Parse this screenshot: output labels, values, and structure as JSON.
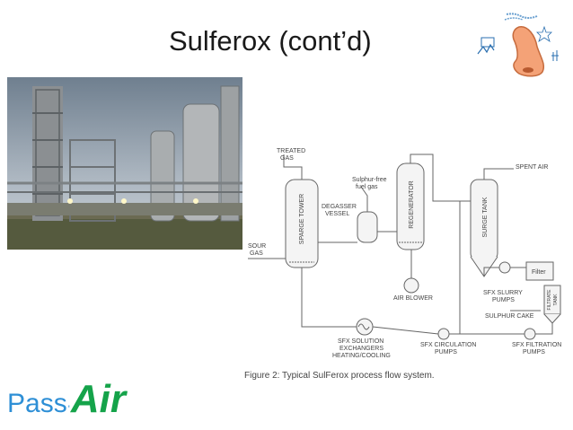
{
  "slide": {
    "title": "Sulferox (cont’d)"
  },
  "figure": {
    "caption": "Figure 2: Typical SulFerox process flow system.",
    "labels": {
      "treated_gas_1": "TREATED",
      "treated_gas_2": "GAS",
      "sulphur_free_1": "Sulphur-free",
      "sulphur_free_2": "fuel gas",
      "spent_air": "SPENT AIR",
      "sparge_tower": "SPARGE TOWER",
      "degasser_1": "DEGASSER",
      "degasser_2": "VESSEL",
      "regenerator": "REGENERATOR",
      "surge_tank": "SURGE TANK",
      "sour_gas_1": "SOUR",
      "sour_gas_2": "GAS",
      "filter": "Filter",
      "filtrate_tank_1": "FILTRATE",
      "filtrate_tank_2": "TANK",
      "air_blower": "AIR BLOWER",
      "sfx_slurry_1": "SFX SLURRY",
      "sfx_slurry_2": "PUMPS",
      "sulphur_cake": "SULPHUR CAKE",
      "sfx_solution_1": "SFX SOLUTION",
      "sfx_solution_2": "EXCHANGERS",
      "sfx_solution_3": "HEATING/COOLING",
      "sfx_circulation_1": "SFX CIRCULATION",
      "sfx_circulation_2": "PUMPS",
      "sfx_filtration_1": "SFX FILTRATION",
      "sfx_filtration_2": "PUMPS"
    }
  },
  "brand": {
    "part1": "Pass",
    "part2": "'",
    "part3": "Air"
  },
  "colors": {
    "brand_blue": "#2e8fd6",
    "brand_green": "#15a34a"
  }
}
